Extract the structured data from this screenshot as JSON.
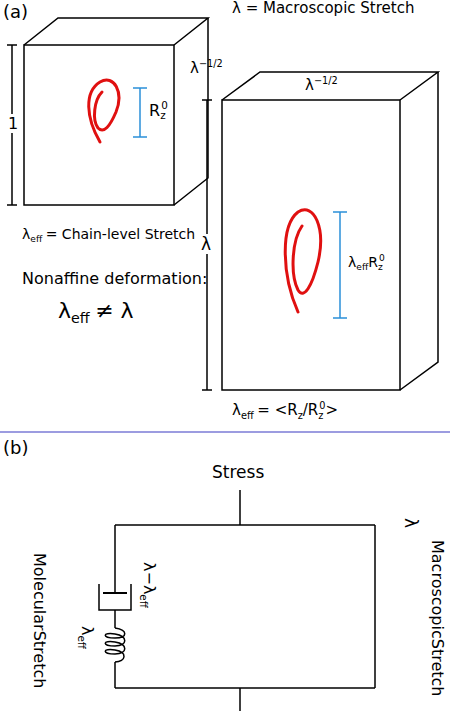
{
  "diagram": {
    "labels": [
      "(a)",
      "λ = Macroscopic Stretch",
      "1",
      "R",
      "z",
      "0",
      "λ",
      "eff",
      "= Chain-level Stretch",
      "Nonaffine deformation:",
      "λ",
      "eff",
      "≠ λ",
      "λ",
      "−1/2",
      "λ",
      "−1/2",
      "λ",
      "λ",
      "eff",
      "R",
      "z",
      "0",
      "λ",
      "eff",
      "= <R",
      "z",
      "/R",
      "z",
      "0",
      ">",
      "(b)",
      "Stress",
      "λ−λ",
      "eff",
      "λ",
      "eff",
      "MolecularStretch",
      "λ",
      "MacroscopicStretch"
    ]
  }
}
